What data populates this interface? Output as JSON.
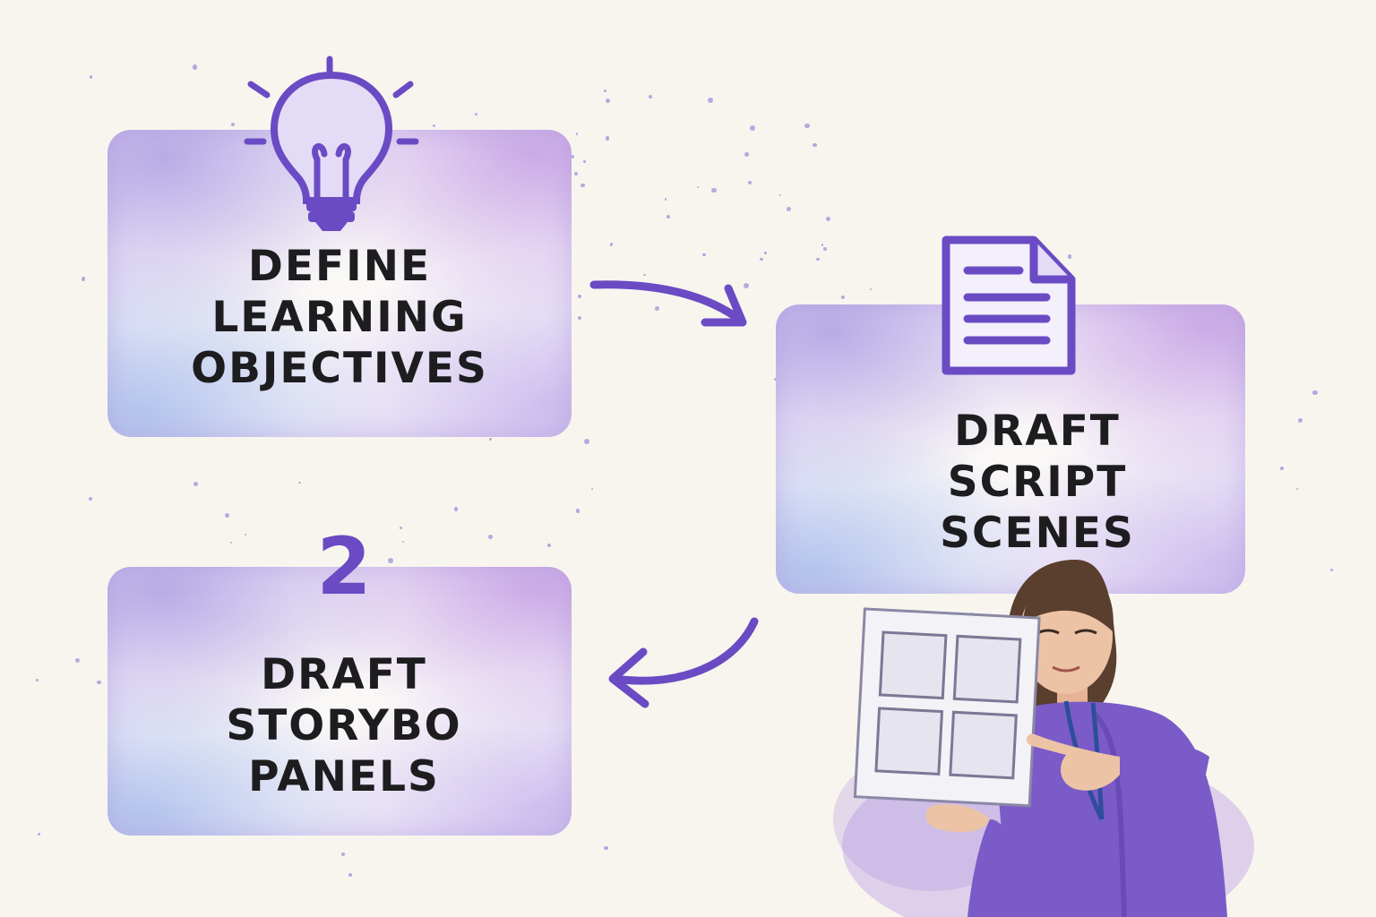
{
  "steps": [
    {
      "lines": [
        "DEFINE",
        "LEARNING",
        "OBJECTIVES"
      ],
      "icon": "lightbulb-icon"
    },
    {
      "lines": [
        "DRAFT",
        "SCRIPT",
        "SCENES"
      ],
      "icon": "document-icon"
    },
    {
      "number": "2",
      "lines": [
        "DRAFT",
        "STORYBO",
        "PANELS"
      ]
    }
  ],
  "colors": {
    "accent": "#6a4bc4",
    "text": "#1d1d1f",
    "background": "#f8f5ef"
  }
}
